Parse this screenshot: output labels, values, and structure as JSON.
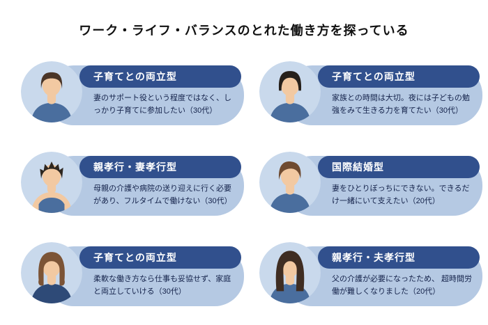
{
  "page": {
    "title": "ワーク・ライフ・バランスのとれた働き方を探っている"
  },
  "colors": {
    "badge_bg": "#31508d",
    "badge_text": "#ffffff",
    "bubble_bg": "#b5c9e3",
    "description_text": "#14224a",
    "avatar_bg": "#c9d9ec"
  },
  "cards": [
    {
      "title": "子育てとの両立型",
      "description": "妻のサポート役という程度ではなく、しっかり子育てに参加したい（30代）",
      "age_group": "30代",
      "avatar": "man-short-dark-brown-hair-blue-shirt"
    },
    {
      "title": "子育てとの両立型",
      "description": "家族との時間は大切。夜には子どもの勉強をみて生きる力を育てたい（30代）",
      "age_group": "30代",
      "avatar": "man-black-hair-blue-shirt"
    },
    {
      "title": "親孝行・妻孝行型",
      "description": "母親の介護や病院の送り迎えに行く必要があり、フルタイムで働けない（30代）",
      "age_group": "30代",
      "avatar": "man-spiky-dark-hair-blue-tank-top"
    },
    {
      "title": "国際結婚型",
      "description": "妻をひとりぼっちにできない。できるだけ一緒にいて支えたい（20代）",
      "age_group": "20代",
      "avatar": "man-brown-hair-blue-shirt"
    },
    {
      "title": "子育てとの両立型",
      "description": "柔軟な働き方なら仕事も妥協せず、家庭と両立していける（30代）",
      "age_group": "30代",
      "avatar": "woman-brown-hair-navy-shirt"
    },
    {
      "title": "親孝行・夫孝行型",
      "description": "父の介護が必要になったため、 超時間労働が難しくなりました（20代）",
      "age_group": "20代",
      "avatar": "woman-long-dark-hair-blue-shirt"
    }
  ]
}
